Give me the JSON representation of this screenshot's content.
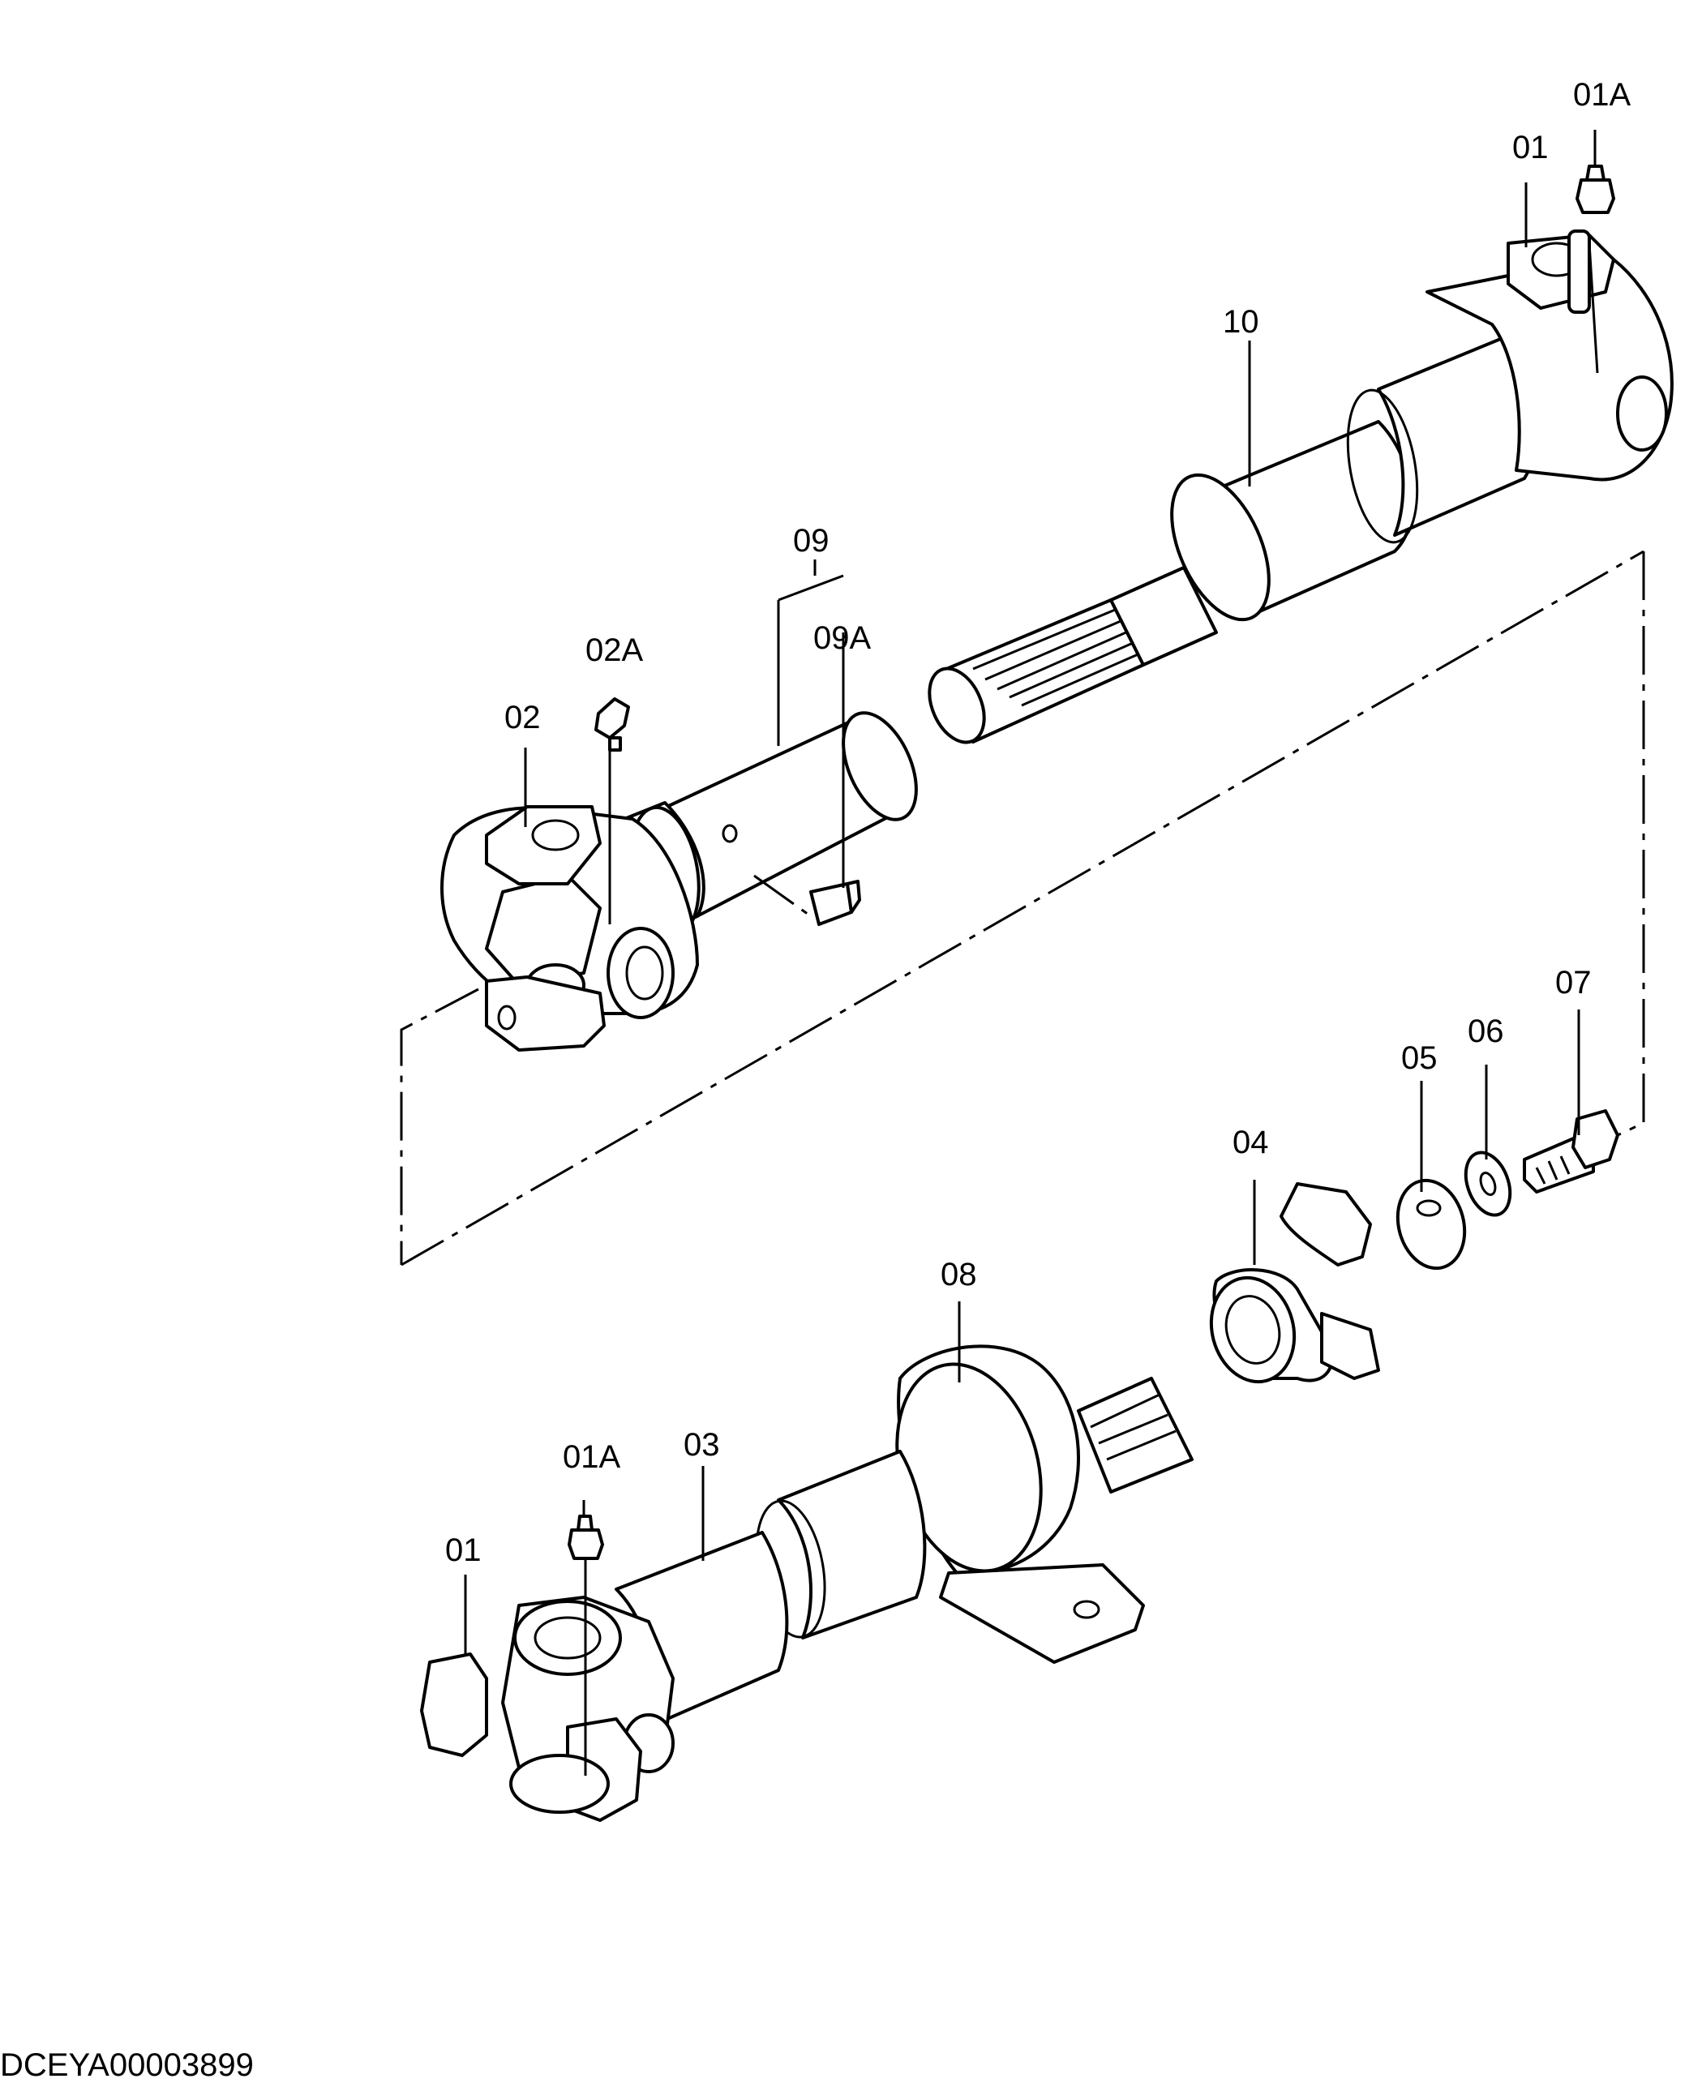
{
  "labels": {
    "l01a_top": "01A",
    "l01_top": "01",
    "l10": "10",
    "l09": "09",
    "l09a": "09A",
    "l02a": "02A",
    "l02": "02",
    "l07": "07",
    "l06": "06",
    "l05": "05",
    "l04": "04",
    "l08": "08",
    "l01a_bottom": "01A",
    "l03": "03",
    "l01_bottom": "01"
  },
  "drawing_code": "DCEYA00003899"
}
